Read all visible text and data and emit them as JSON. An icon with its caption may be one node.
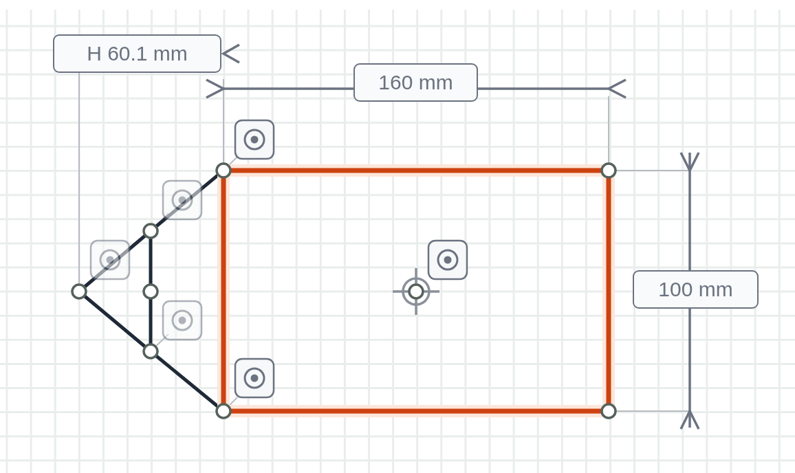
{
  "diagram": {
    "labels": [
      "H 60.1 mm",
      "160 mm",
      "100 mm"
    ]
  }
}
